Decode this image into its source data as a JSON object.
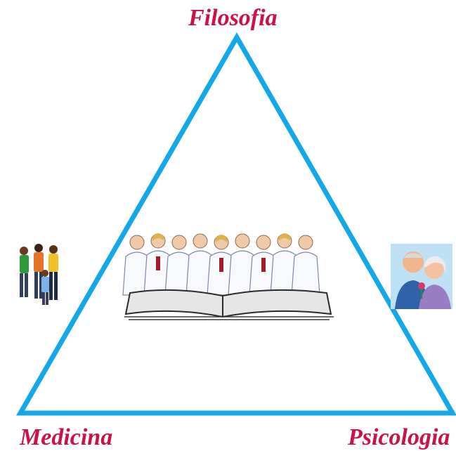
{
  "labels": {
    "top": "Filosofia",
    "bottom_left": "Medicina",
    "bottom_right": "Psicologia"
  },
  "colors": {
    "label": "#cc1144",
    "triangle": "#14a8e6"
  },
  "icons": {
    "left": "family-group-icon",
    "right": "elderly-couple-icon",
    "center": "doctors-with-book-icon"
  }
}
